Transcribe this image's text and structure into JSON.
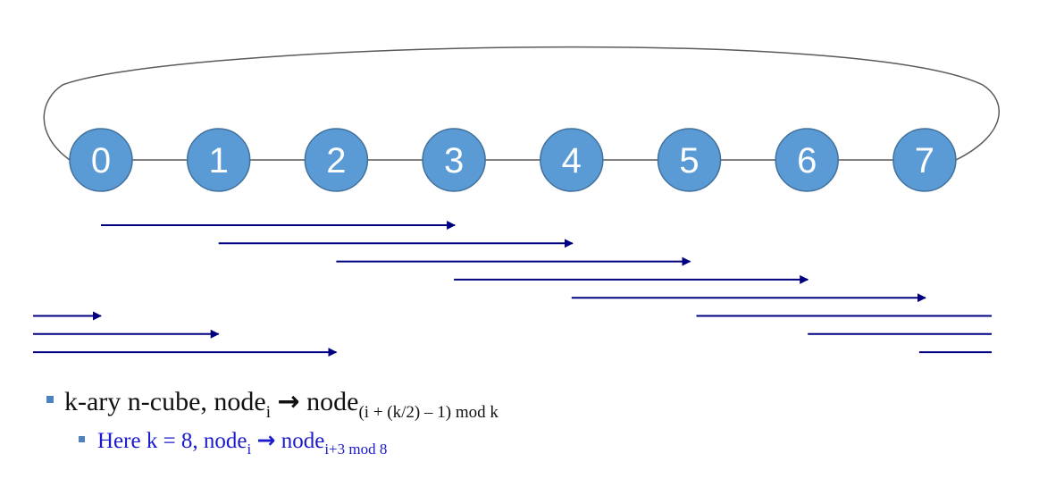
{
  "nodes": [
    "0",
    "1",
    "2",
    "3",
    "4",
    "5",
    "6",
    "7"
  ],
  "colors": {
    "node_fill": "#5b9bd5",
    "node_stroke": "#41719c",
    "ring_line": "#5a5a5a",
    "arrow": "#000080",
    "bullet": "#4f81bd",
    "sub_bullet_text": "#1a1acc"
  },
  "edges": [
    {
      "from": "0",
      "to": "3"
    },
    {
      "from": "1",
      "to": "4"
    },
    {
      "from": "2",
      "to": "5"
    },
    {
      "from": "3",
      "to": "6"
    },
    {
      "from": "4",
      "to": "7"
    },
    {
      "from": "5",
      "to": "0"
    },
    {
      "from": "6",
      "to": "1"
    },
    {
      "from": "7",
      "to": "2"
    }
  ],
  "bullets": {
    "line1": {
      "prefix": "k-ary n-cube, node",
      "sub_i": "i",
      "arrow": "→",
      "target": "node",
      "target_sub": "(i + (k/2) – 1) mod k"
    },
    "line2": {
      "prefix": "Here k = 8, node",
      "sub_i": "i",
      "arrow": "→",
      "target": "node",
      "target_sub": "i+3 mod 8"
    }
  }
}
